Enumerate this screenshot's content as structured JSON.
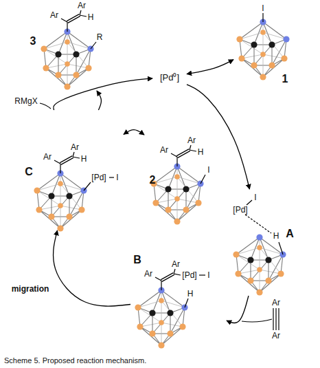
{
  "diagram": {
    "caption": "Scheme 5. Proposed reaction mechanism.",
    "nodes": [
      {
        "text": [
          "3",
          "Ar",
          "Ar",
          "H",
          "R"
        ]
      },
      {
        "text": [
          "[Pd⁰]"
        ]
      },
      {
        "text": [
          "1",
          "I"
        ]
      },
      {
        "text": [
          "2",
          "Ar",
          "Ar",
          "H",
          "I"
        ]
      },
      {
        "text": [
          "C",
          "Ar",
          "Ar",
          "H",
          "[Pd]",
          "I"
        ]
      },
      {
        "text": [
          "A",
          "[Pd]",
          "I",
          "H"
        ]
      },
      {
        "text": [
          "B",
          "Ar",
          "Ar",
          "[Pd]",
          "I",
          "H"
        ]
      }
    ],
    "edges": [
      {
        "from": 1,
        "to": 5,
        "arrow": "to"
      },
      {
        "from": 2,
        "to": 1,
        "arrow": "both"
      },
      {
        "from": 5,
        "to": 6,
        "arrow": "to"
      },
      {
        "from": 6,
        "to": 4,
        "arrow": "to",
        "label": "migration"
      },
      {
        "from": 4,
        "to": 1,
        "arrow": "to"
      },
      {
        "from": 4,
        "to": 0,
        "arrow": "to"
      },
      {
        "from": 4,
        "to": 3,
        "arrow": "both"
      }
    ],
    "labels": [
      "Ar",
      "Ar",
      "RMgX"
    ]
  }
}
